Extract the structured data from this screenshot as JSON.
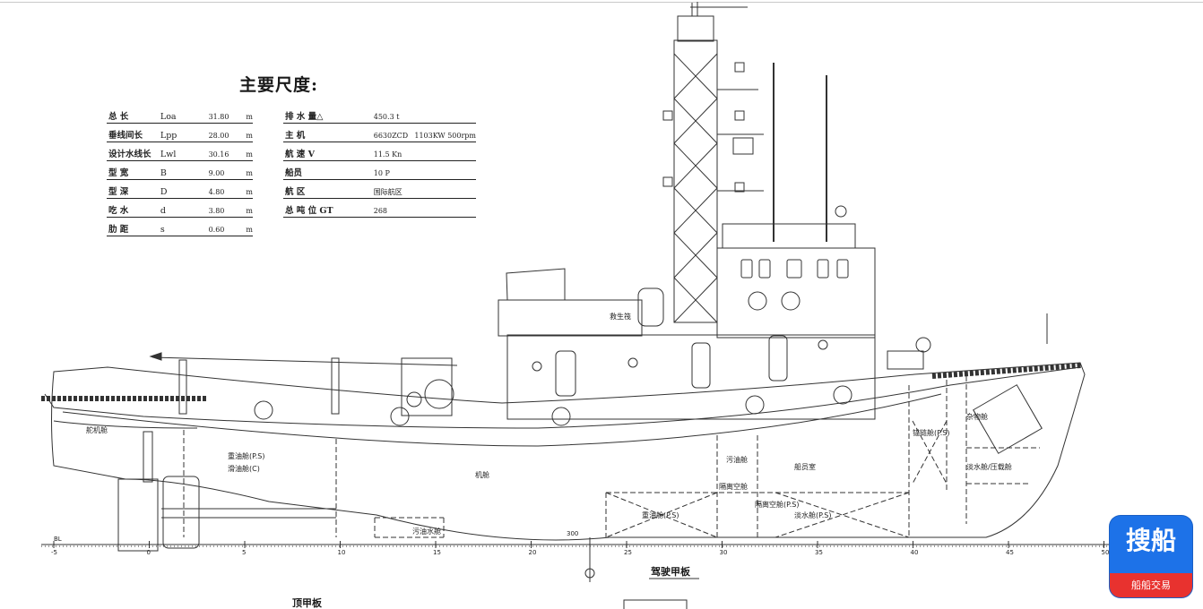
{
  "title": "主要尺度:",
  "dims_left": [
    {
      "label": "总 长",
      "sym": "Loa",
      "val": "31.80",
      "unit": "m"
    },
    {
      "label": "垂线间长",
      "sym": "Lpp",
      "val": "28.00",
      "unit": "m"
    },
    {
      "label": "设计水线长",
      "sym": "Lwl",
      "val": "30.16",
      "unit": "m"
    },
    {
      "label": "型 宽",
      "sym": "B",
      "val": "9.00",
      "unit": "m"
    },
    {
      "label": "型 深",
      "sym": "D",
      "val": "4.80",
      "unit": "m"
    },
    {
      "label": "吃 水",
      "sym": "d",
      "val": "3.80",
      "unit": "m"
    },
    {
      "label": "肋 距",
      "sym": "s",
      "val": "0.60",
      "unit": "m"
    }
  ],
  "dims_right": [
    {
      "label": "排 水 量△",
      "val": "450.3 t",
      "extra": ""
    },
    {
      "label": "主    机",
      "val": "6630ZCD",
      "extra": "1103KW 500rpm"
    },
    {
      "label": "航    速 V",
      "val": "11.5 Kn",
      "extra": ""
    },
    {
      "label": "船员",
      "val": "10 P",
      "extra": ""
    },
    {
      "label": "航    区",
      "val": "国际航区",
      "extra": ""
    },
    {
      "label": "总 吨 位 GT",
      "val": "268",
      "extra": ""
    }
  ],
  "compartments": {
    "steering_gear": "舵机舱",
    "fuel_ps": "重油舱(P.S)",
    "lube_c": "滑油舱(C)",
    "engine_room": "机舱",
    "dirty_oil": "污油舱",
    "fw_cofferdam": "隔离空舱",
    "crew": "船员室",
    "chain_ps": "锚链舱(P.S)",
    "store": "杂物舱",
    "ballast_fw": "淡水舱/压载舱",
    "sludge": "污油水舱",
    "dbl_fuel": "重油舱(P.S)",
    "void": "隔离空舱(P.S)",
    "fw_ps": "淡水舱(P.S)",
    "life_raft": "救生筏"
  },
  "frame_ticks": [
    "-5",
    "0",
    "5",
    "10",
    "15",
    "20",
    "25",
    "30",
    "35",
    "40",
    "45",
    "50"
  ],
  "baseline_label": "BL",
  "dim_300": "300",
  "captions": {
    "wheelhouse_deck": "驾驶甲板",
    "top_deck": "顶甲板"
  },
  "logo": {
    "main": "搜船",
    "sub": "船船交易"
  },
  "colors": {
    "logo_blue": "#1d72e8",
    "logo_red": "#e8322f",
    "line": "#333333"
  }
}
